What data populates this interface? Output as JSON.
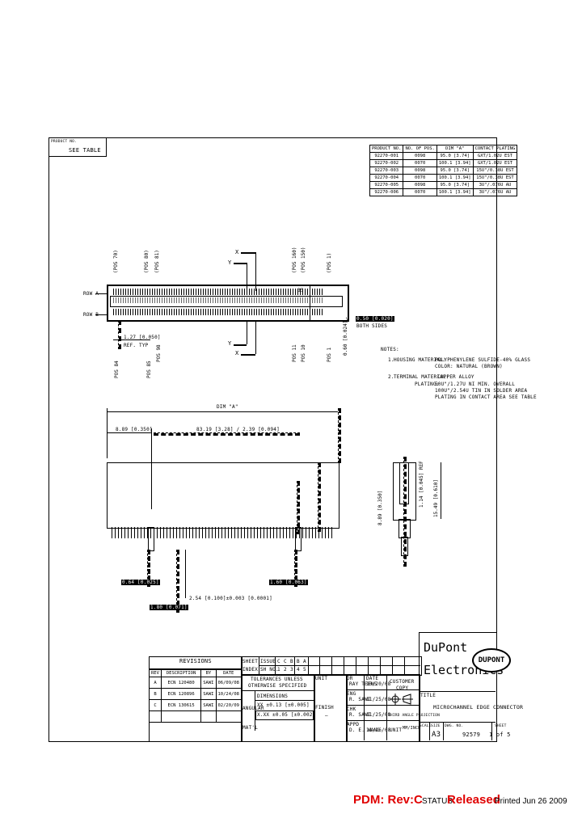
{
  "product_no": {
    "label": "PRODUCT NO.",
    "value": "SEE TABLE"
  },
  "product_table": {
    "headers": [
      "PRODUCT NO.",
      "NO. OF POS.",
      "DIM \"A\"",
      "CONTACT PLATING"
    ],
    "rows": [
      [
        "92270-001",
        "0098",
        "95.0 [3.74]",
        "GXT/1.02U EST"
      ],
      [
        "92270-002",
        "0070",
        "100.1 [3.94]",
        "GXT/1.02U EST"
      ],
      [
        "92270-003",
        "0098",
        "95.0 [3.74]",
        "15U\"/0.38U EST"
      ],
      [
        "92270-004",
        "0070",
        "100.1 [3.94]",
        "15U\"/0.38U EST"
      ],
      [
        "92270-005",
        "0098",
        "95.0 [3.74]",
        "3U\"/.076U AU"
      ],
      [
        "92270-006",
        "0070",
        "100.1 [3.94]",
        "3U\"/.076U AU"
      ]
    ]
  },
  "top_view": {
    "pos_labels_top": [
      "(POS 70)",
      "(POS 80)",
      "(POS 81)",
      "(POS 160)",
      "(POS 150)",
      "(POS 1)"
    ],
    "pos_labels_bottom": [
      "POS 84",
      "POS 85",
      "POS 98",
      "POS 11",
      "POS 10",
      "POS 1"
    ],
    "row_a": "ROW A",
    "row_b": "ROW B",
    "x_label": "X",
    "y_label": "Y",
    "pitch": "1.27 [0.050]",
    "pitch_note": "REF. TYP",
    "both_sides_dim": "0.50 [0.020]",
    "both_sides": "BOTH SIDES",
    "side_dim": "0.60 [0.024]",
    "v_label": "V",
    "pin35": "35"
  },
  "notes": {
    "title": "NOTES:",
    "items": [
      {
        "num": "1.",
        "label": "HOUSING MATERIAL:",
        "lines": [
          "POLYPHENYLENE SULFIDE-40% GLASS",
          "COLOR: NATURAL (BROWN)"
        ]
      },
      {
        "num": "2.",
        "label": "TERMINAL MATERIAL:",
        "lines": [
          "COPPER ALLOY"
        ]
      },
      {
        "num": "",
        "label": "PLATING:",
        "lines": [
          "50U\"/1.27U NI MIN. OVERALL",
          "100U\"/2.54U TIN IN SOLDER AREA",
          "PLATING IN CONTACT AREA SEE TABLE"
        ]
      }
    ]
  },
  "front_view": {
    "overall": "DIM \"A\"",
    "left_dim": "8.89 [0.350]",
    "mid_dim": "83.19 [3.28] / 2.39 [0.094]",
    "callout_left": "0.64 [0.025]",
    "callout_right": "1.60 [0.063]",
    "callout_bottom": "1.80 [0.071]",
    "tol": "2.54 [0.100]±0.003 [0.0001]"
  },
  "side_view": {
    "dim1": "15.49 [0.610]",
    "dim2": "1.14 [0.045] REF",
    "dim3": "8.89 [0.350]"
  },
  "revisions": {
    "title": "REVISIONS",
    "headers": [
      "REV",
      "DESCRIPTION",
      "BY",
      "DATE"
    ],
    "rows": [
      [
        "A",
        "ECN 120480",
        "SAWI",
        "06/09/08"
      ],
      [
        "B",
        "ECN 120896",
        "SAWI",
        "10/24/08"
      ],
      [
        "C",
        "ECN 130615",
        "SAWI",
        "02/20/09"
      ],
      [
        "",
        "",
        "",
        ""
      ]
    ]
  },
  "sheet_index": {
    "sheet_label": "SHEET",
    "index_label": "INDEX",
    "issue_label": "ISSUE",
    "sh_no_label": "SH NO.",
    "issues": [
      "C",
      "C",
      "B",
      "B",
      "A"
    ],
    "sheets": [
      "1",
      "2",
      "3",
      "4",
      "5"
    ]
  },
  "tolerances": {
    "title1": "TOLERANCES UNLESS",
    "title2": "OTHERWISE SPECIFIED",
    "dims_label": "DIMENSIONS",
    "angular_label": "ANGULAR",
    "tol1": "XX ±0.13 [±0.005]",
    "tol2": "X.XX ±0.05 [±0.002]",
    "finish_label": "FINISH",
    "mat_label": "MAT'L",
    "finish_value": "—"
  },
  "approvals": {
    "dr_label": "DR",
    "dr_value": "RAY TEENS",
    "chk_label": "CHK",
    "chk_value": "R. SAWI",
    "eng_label": "ENG",
    "eng_value": "R. SAWI",
    "appd_label": "APPD",
    "appd_value": "D. E. WANG",
    "date_label": "DATE",
    "dates": [
      "10/20/08",
      "11/25/08",
      "11/25/08",
      "11/26/08"
    ],
    "customer_label": "CUSTOMER",
    "copy_label": "COPY",
    "third_angle": "THIRD ANGLE PROJECTION",
    "unit_label": "UNIT",
    "unit_value": "MM/INCH"
  },
  "title_block": {
    "company1": "DuPont",
    "company2": "Electronics",
    "logo": "DUPONT",
    "title_label": "TITLE",
    "title_value": "MICROCHANNEL EDGE CONNECTOR",
    "scale_label": "SCALE",
    "size_label": "SIZE",
    "size_value": "A3",
    "dwg_label": "DWG. NO.",
    "dwg_value": "92579",
    "sheet_label": "SHEET",
    "sheet_value": "1 of 5"
  },
  "footer": {
    "pdm": "PDM: Rev:C",
    "status_label": "STATUS:",
    "status_value": "Released",
    "printed": "Printed Jun 26 2009"
  }
}
